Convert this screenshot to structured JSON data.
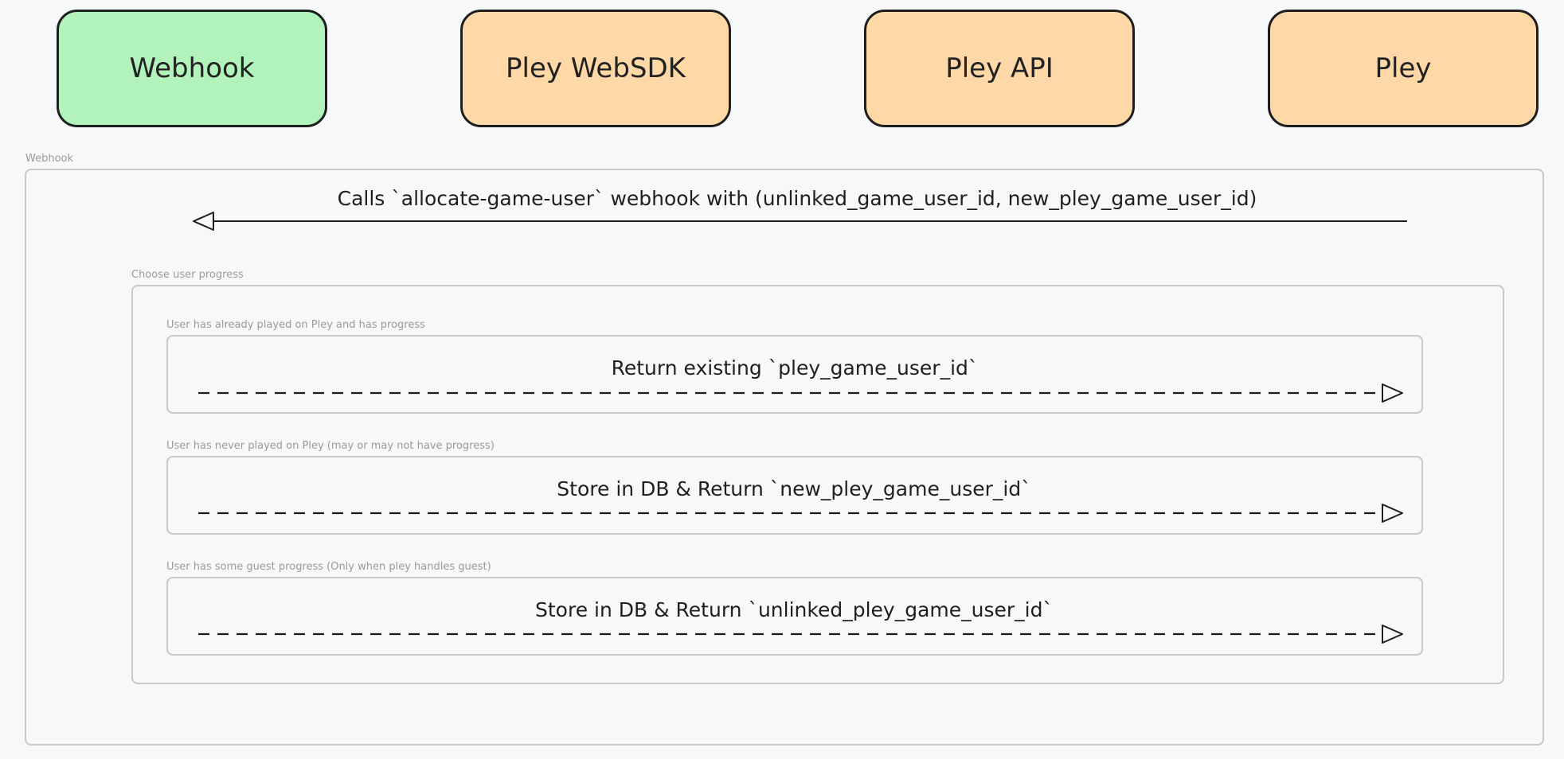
{
  "participants": [
    {
      "name": "Webhook",
      "color": "#b2f2bb"
    },
    {
      "name": "Pley WebSDK",
      "color": "#ffd8a8"
    },
    {
      "name": "Pley API",
      "color": "#ffd8a8"
    },
    {
      "name": "Pley",
      "color": "#ffd8a8"
    }
  ],
  "groups": {
    "outer": {
      "label": "Webhook"
    },
    "choose": {
      "label": "Choose user progress"
    },
    "alt1": {
      "label": "User has already played on Pley and has progress"
    },
    "alt2": {
      "label": "User has never played on Pley (may or may not have progress)"
    },
    "alt3": {
      "label": "User has some guest progress (Only when pley handles guest)"
    }
  },
  "messages": [
    {
      "text": "Calls `allocate-game-user` webhook with (unlinked_game_user_id, new_pley_game_user_id)",
      "from": "Pley",
      "to": "Webhook",
      "style": "solid"
    },
    {
      "text": "Return existing `pley_game_user_id`",
      "from": "Webhook",
      "to": "Pley",
      "style": "dashed"
    },
    {
      "text": "Store in DB & Return `new_pley_game_user_id`",
      "from": "Webhook",
      "to": "Pley",
      "style": "dashed"
    },
    {
      "text": "Store in DB & Return `unlinked_pley_game_user_id`",
      "from": "Webhook",
      "to": "Pley",
      "style": "dashed"
    }
  ],
  "colors": {
    "actor_webhook": "#b2f2bb",
    "actor_pley": "#ffd8a8",
    "group_border": "#c8c8cc",
    "arrow": "#1e1e1e"
  }
}
